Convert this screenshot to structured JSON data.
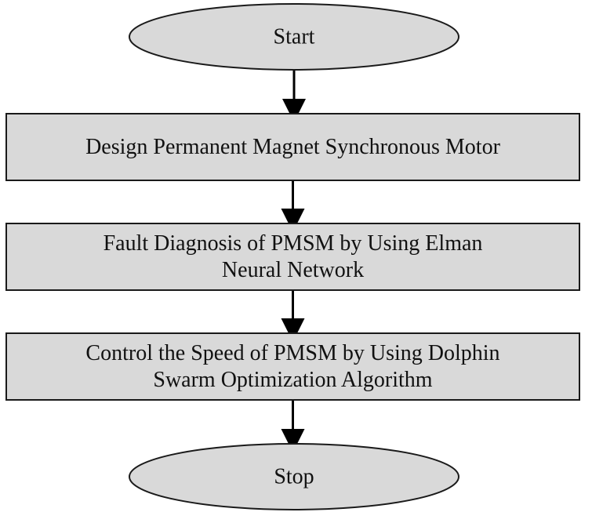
{
  "diagram": {
    "type": "flowchart",
    "colors": {
      "fill": "#d9d9d9",
      "stroke": "#1a1a1a",
      "text": "#111111",
      "arrow": "#000000"
    },
    "nodes": [
      {
        "id": "start",
        "shape": "ellipse",
        "lines": [
          "Start"
        ]
      },
      {
        "id": "design",
        "shape": "rect",
        "lines": [
          "Design Permanent Magnet Synchronous Motor"
        ]
      },
      {
        "id": "fault",
        "shape": "rect",
        "lines": [
          "Fault Diagnosis of PMSM by Using Elman",
          "Neural Network"
        ]
      },
      {
        "id": "control",
        "shape": "rect",
        "lines": [
          "Control the Speed of PMSM by Using Dolphin",
          "Swarm Optimization Algorithm"
        ]
      },
      {
        "id": "stop",
        "shape": "ellipse",
        "lines": [
          "Stop"
        ]
      }
    ],
    "edges": [
      {
        "from": "start",
        "to": "design"
      },
      {
        "from": "design",
        "to": "fault"
      },
      {
        "from": "fault",
        "to": "control"
      },
      {
        "from": "control",
        "to": "stop"
      }
    ]
  }
}
